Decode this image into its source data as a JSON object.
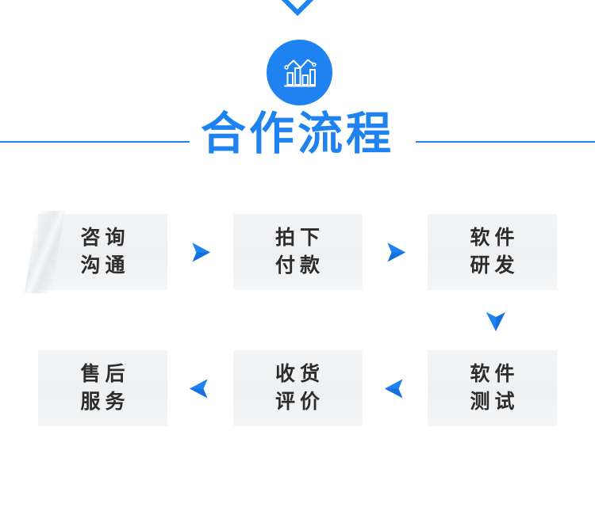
{
  "theme": {
    "accent": "#1E82F0",
    "box_bg": "#eef0f2",
    "text": "#2c2c2c",
    "page_bg": "#ffffff"
  },
  "header": {
    "chevron_icon": "chevron-down-icon",
    "badge_icon": "bar-chart-line-icon",
    "title": "合作流程"
  },
  "flow": {
    "rows": [
      {
        "steps": [
          {
            "line1": "咨询",
            "line2": "沟通"
          },
          {
            "line1": "拍下",
            "line2": "付款"
          },
          {
            "line1": "软件",
            "line2": "研发"
          }
        ],
        "connectors": [
          "arrow-right-icon",
          "arrow-right-icon"
        ]
      },
      {
        "steps": [
          {
            "line1": "售后",
            "line2": "服务"
          },
          {
            "line1": "收货",
            "line2": "评价"
          },
          {
            "line1": "软件",
            "line2": "测试"
          }
        ],
        "connectors": [
          "arrow-left-icon",
          "arrow-left-icon"
        ]
      }
    ],
    "row_connector": "arrow-down-icon"
  }
}
